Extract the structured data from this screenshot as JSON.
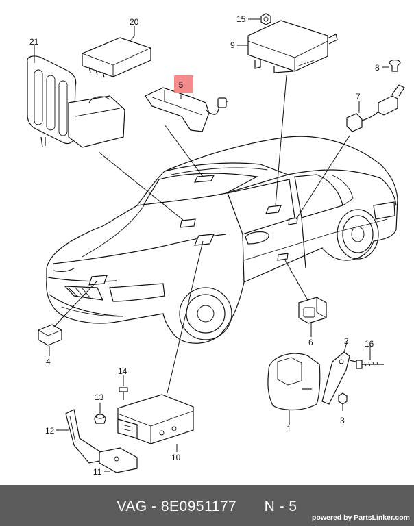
{
  "diagram": {
    "callouts": {
      "p1": "1",
      "p2": "2",
      "p3": "3",
      "p4": "4",
      "p5": "5",
      "p6": "6",
      "p7": "7",
      "p8": "8",
      "p9": "9",
      "p10": "10",
      "p11": "11",
      "p12": "12",
      "p13": "13",
      "p14": "14",
      "p15": "15",
      "p16": "16",
      "p20": "20",
      "p21": "21"
    },
    "highlighted_part": "5",
    "highlight_color": "#f58c8c"
  },
  "footer": {
    "brand": "VAG",
    "separator": "-",
    "part_number": "8E0951177",
    "position_label": "N - 5",
    "powered_by": "powered by PartsLinker.com",
    "background_color": "#5c5c5c"
  }
}
